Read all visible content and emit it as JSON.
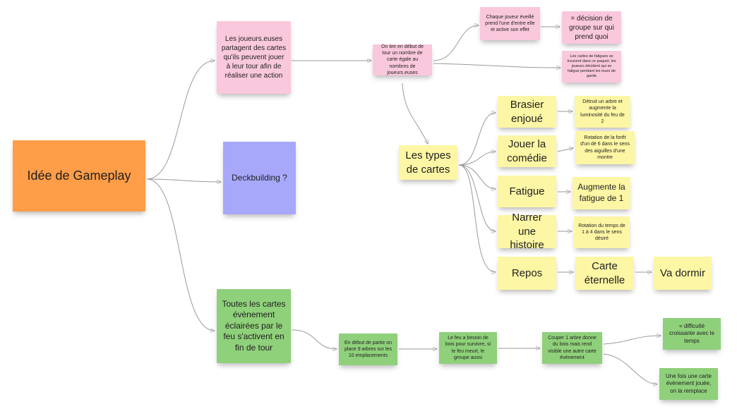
{
  "nodes": {
    "root": "Idée de Gameplay",
    "shared_cards": "Les joueurs.euses partagent des cartes qu'ils peuvent jouer à leur tour afin de réaliser une action",
    "deckbuilding": "Deckbuilding ?",
    "event_cards": "Toutes les cartes évènement éclairées par le feu s'activent en fin de tour",
    "draw_cards": "On tire en début de tour un nombre de carte égale au nombres de joueurs.euses",
    "awake_player": "Chaque joueur éveillé prend l'une d'entre elle et active son effet",
    "group_decision": "= décision de groupe sur qui prend quoi",
    "fatigue_cards": "Les cartes de fatigues se trouvent dans ce paquet, les joueurs décident qui se fatigue pendant les tours de garde",
    "card_types": "Les types de cartes",
    "brasier": "Brasier enjoué",
    "brasier_effect": "Détruit un arbre et augmente la luminosité du feu de 2",
    "comedie": "Jouer la comédie",
    "comedie_effect": "Rotation de la forêt d'un dé 6 dans le sens des aiguilles d'une montre",
    "fatigue": "Fatigue",
    "fatigue_effect": "Augmente la fatigue de 1",
    "histoire": "Narrer une histoire",
    "histoire_effect": "Rotation du temps de 1 à 4 dans le sens désiré",
    "repos": "Repos",
    "carte_eternelle": "Carte éternelle",
    "va_dormir": "Va dormir",
    "setup_trees": "En début de partie on place 9 arbres sur les 10 emplacements",
    "fire_wood": "Le feu a besoin de bois pour survivre, si le feu meurt, le groupe aussi",
    "cut_tree": "Couper 1 arbre donne du bois mais rend visible une autre carte évènement",
    "difficulty": "= difficulté croissante avec le temps",
    "event_replace": "Une fois une carte évènement jouée, on la remplace"
  },
  "colors": {
    "orange": "#ff9d48",
    "pink": "#fac8dc",
    "purple": "#a7a8fa",
    "green": "#8fd07a",
    "yellow": "#fdf6a4",
    "connector": "#9a9a9a"
  }
}
